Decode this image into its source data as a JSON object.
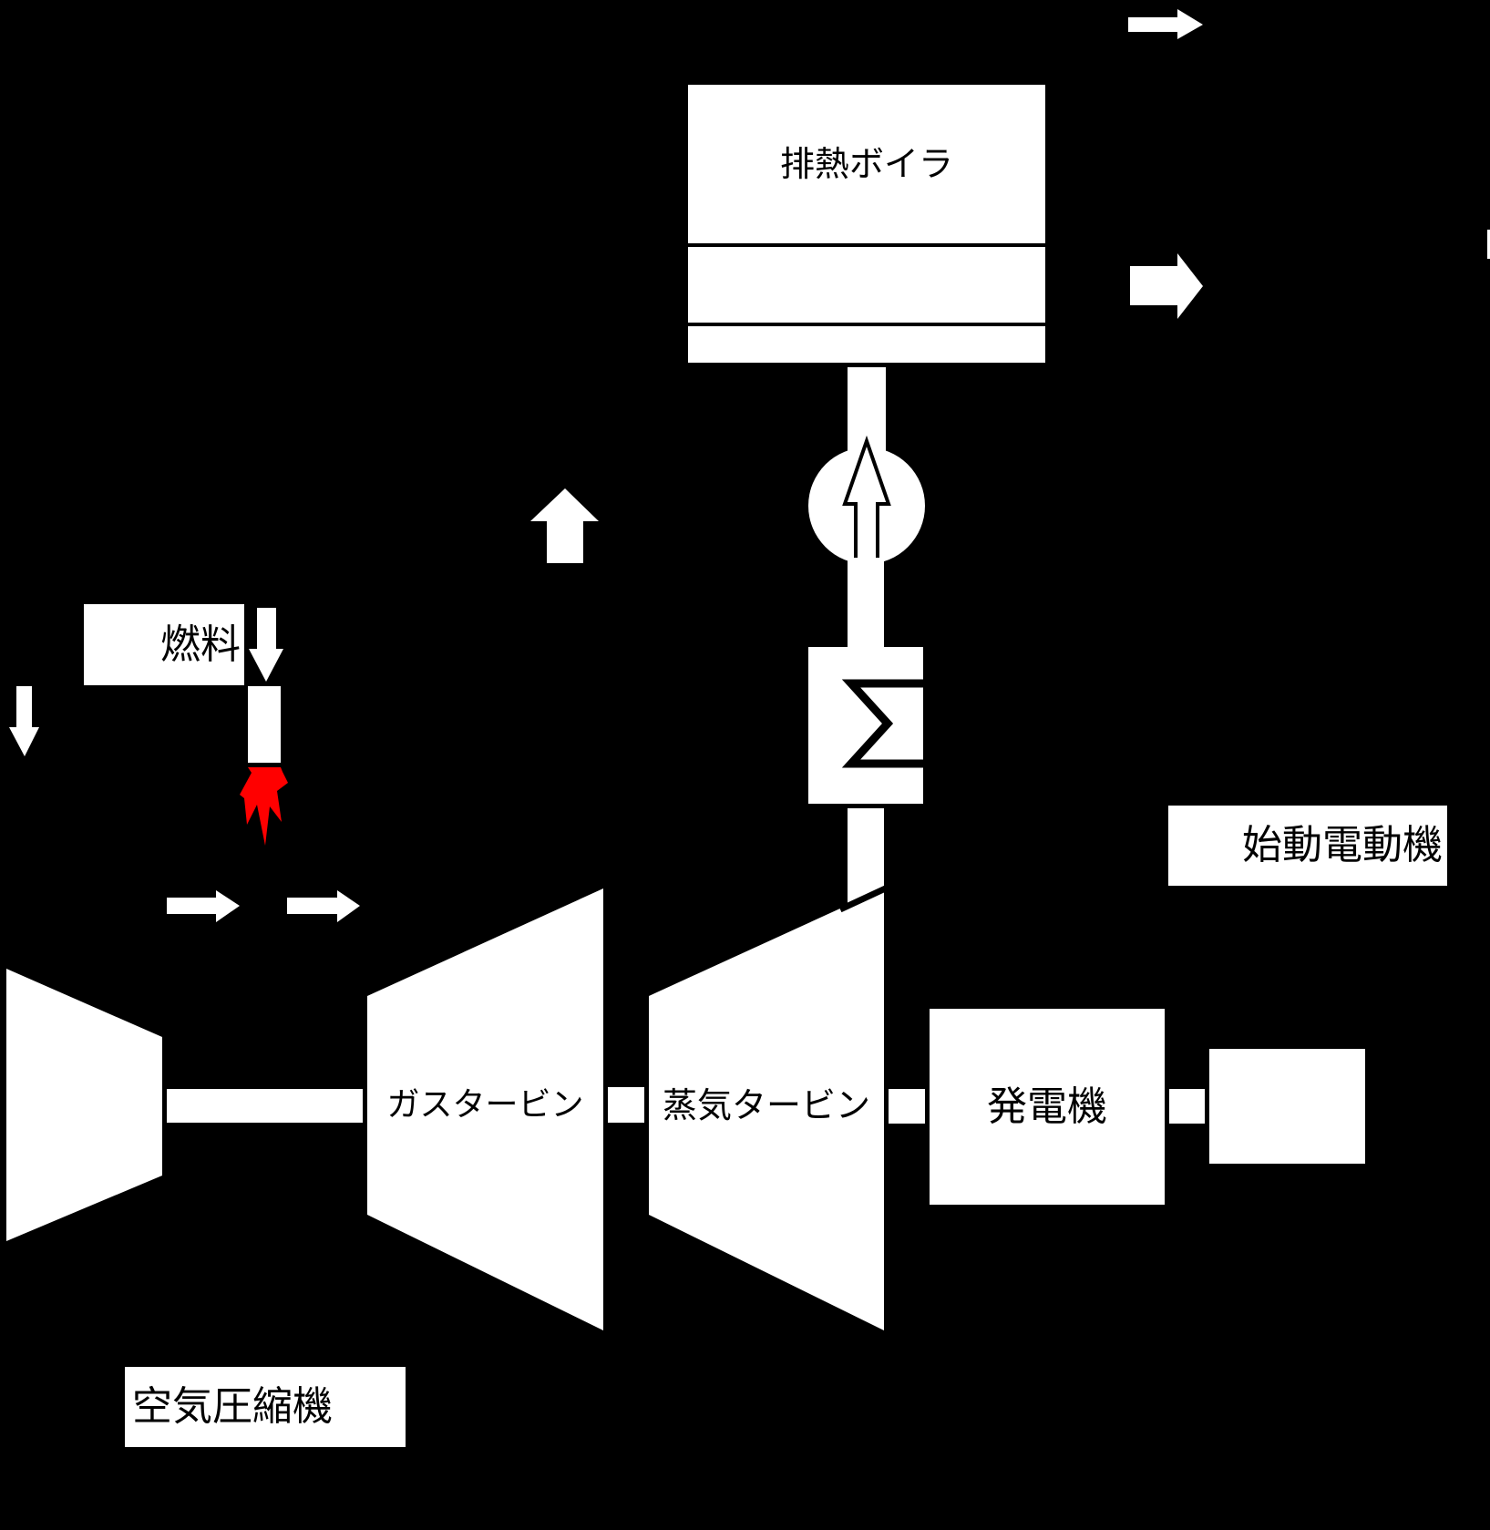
{
  "title": "combined-cycle-power-plant-diagram",
  "labels": {
    "boiler": "排熱ボイラ",
    "fuel": "燃料",
    "starter_motor": "始動電動機",
    "gas_turbine": "ガスタービン",
    "steam_turbine": "蒸気タービン",
    "generator": "発電機",
    "air_compressor": "空気圧縮機"
  },
  "colors": {
    "background": "#000000",
    "shape_fill": "#FFFFFF",
    "outline": "#000000",
    "text": "#000000",
    "flame": "#FF0000"
  },
  "icons": [
    "right-arrow-icon",
    "thick-right-arrow-icon",
    "down-arrow-icon",
    "up-arrow-icon",
    "pump-up-arrow-icon",
    "sigma-heat-exchanger-icon",
    "flame-icon"
  ]
}
